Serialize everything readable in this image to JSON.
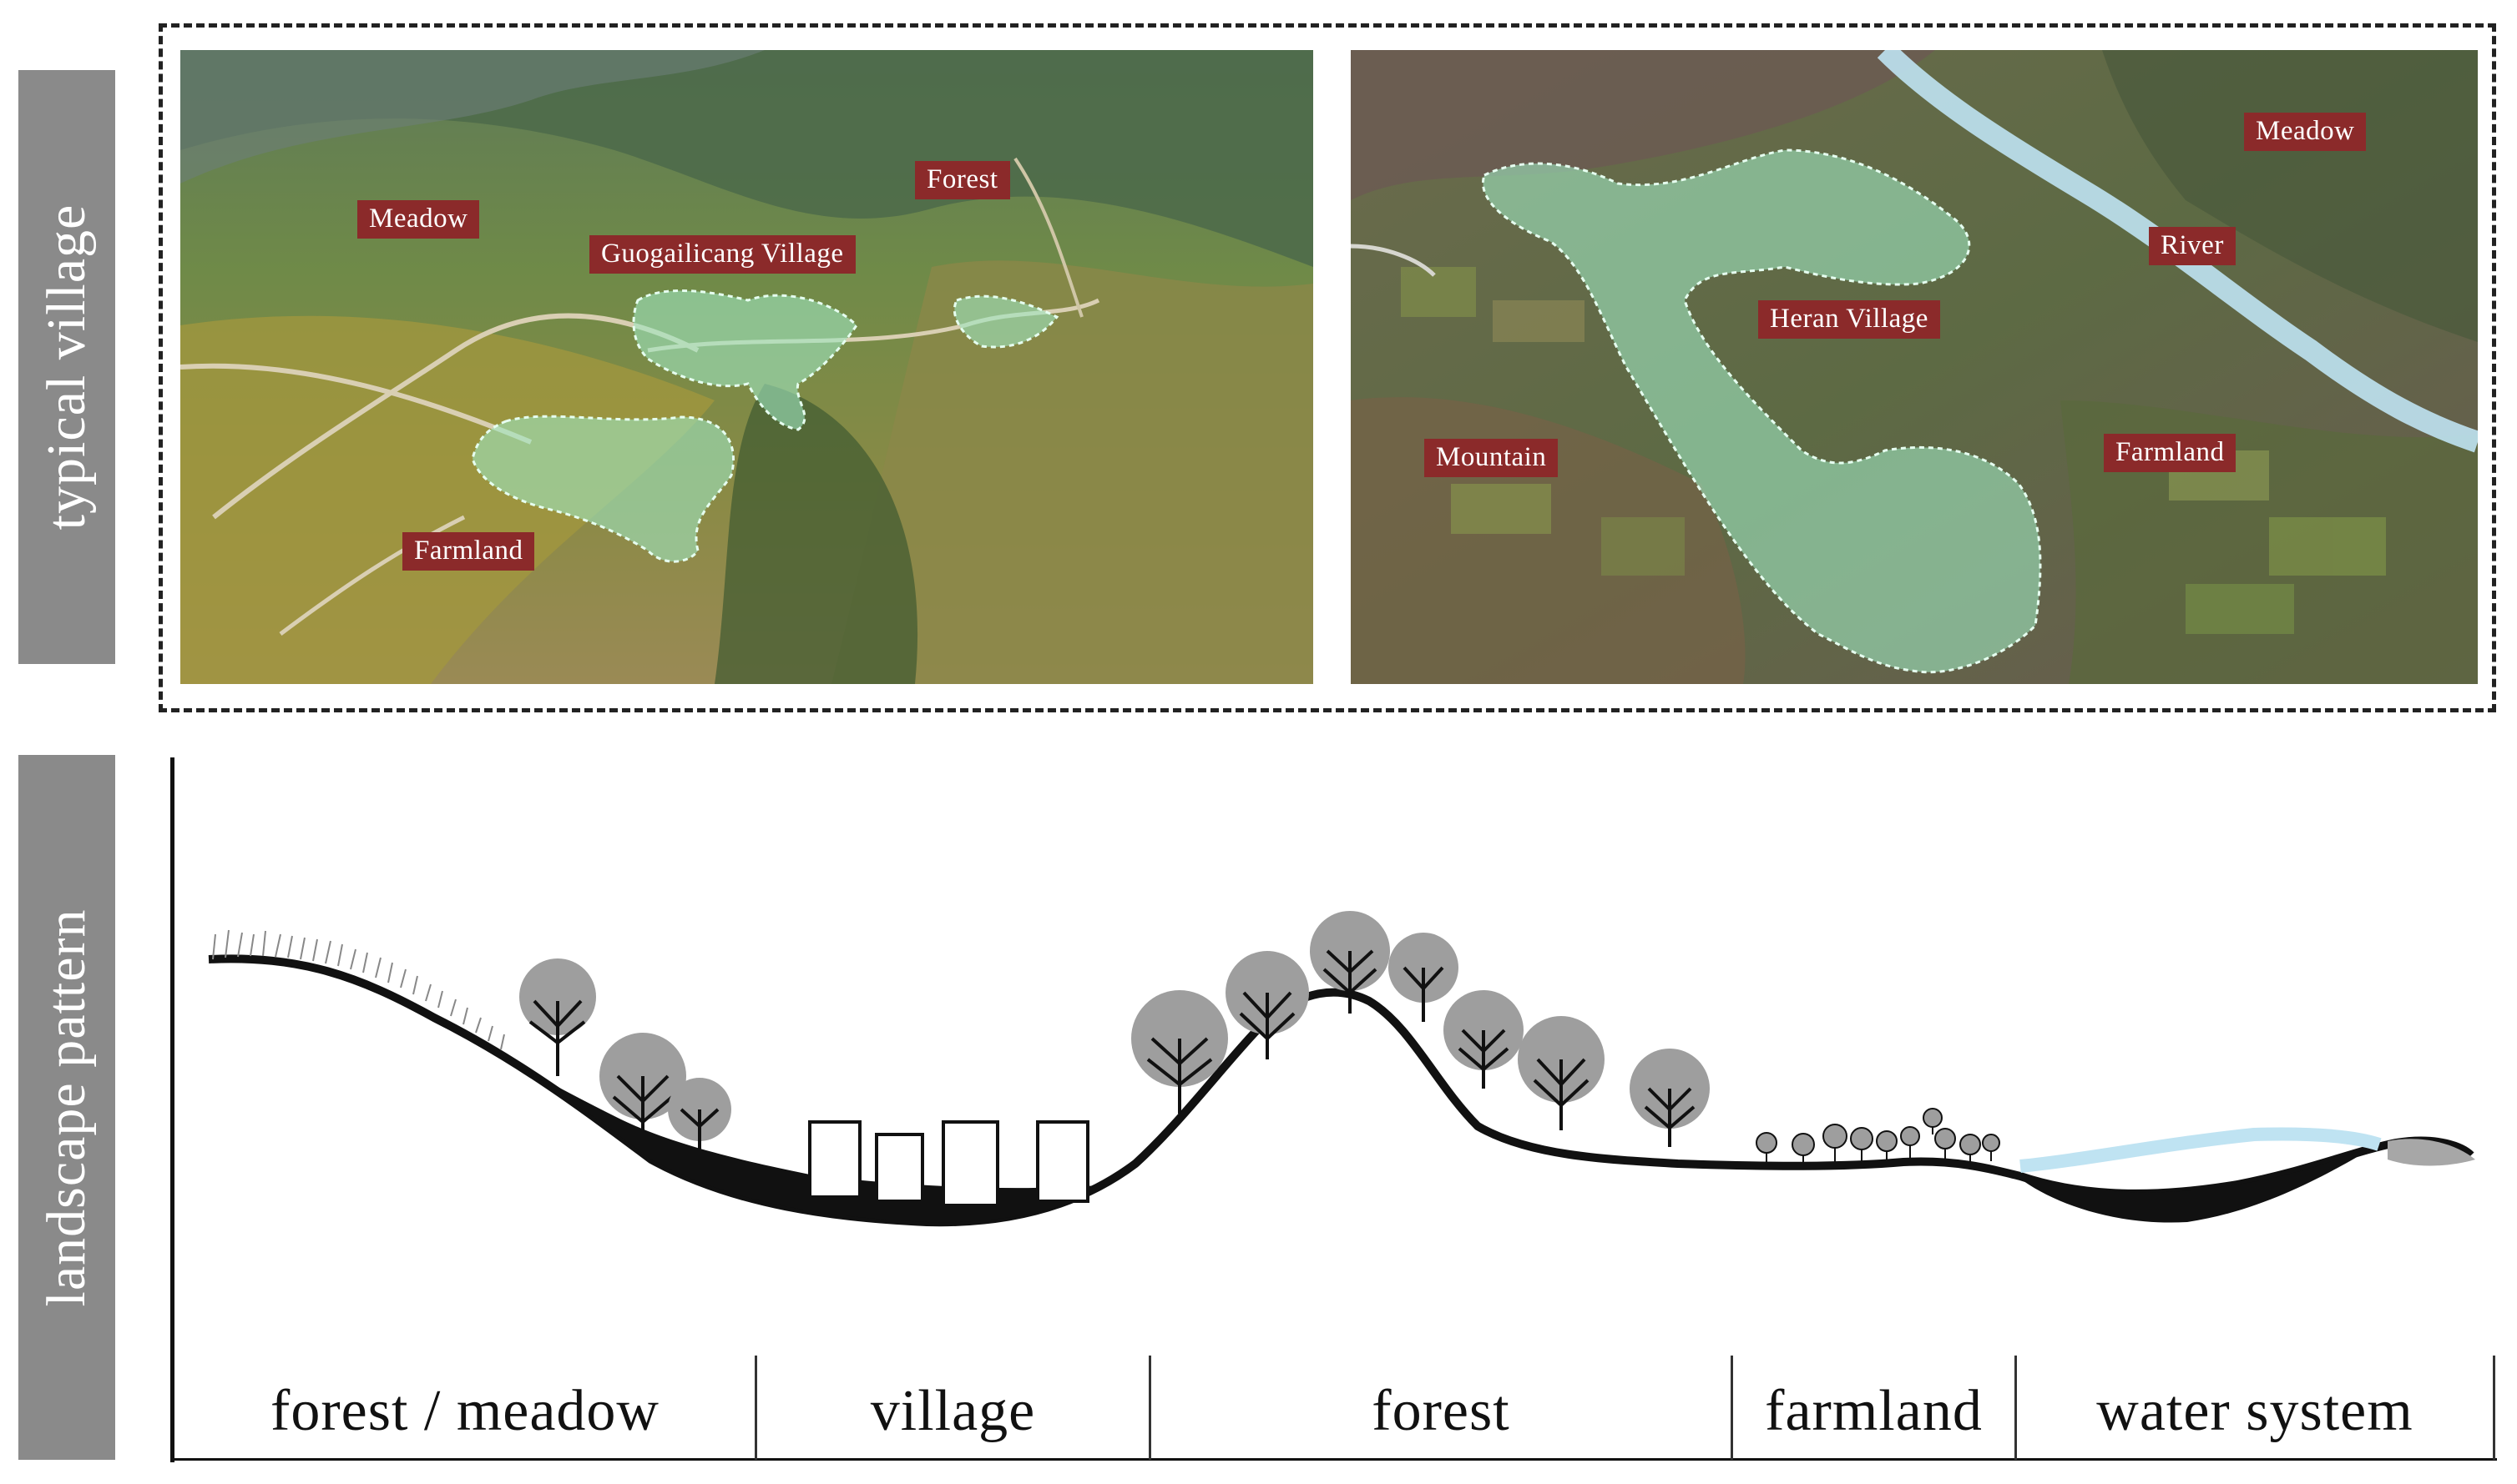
{
  "side_labels": {
    "top": "typical village",
    "bottom": "landscape pattern"
  },
  "photo_left": {
    "labels": {
      "meadow": "Meadow",
      "forest": "Forest",
      "village": "Guogailicang Village",
      "farmland": "Farmland"
    }
  },
  "photo_right": {
    "labels": {
      "meadow": "Meadow",
      "river": "River",
      "village": "Heran Village",
      "mountain": "Mountain",
      "farmland": "Farmland"
    }
  },
  "zones": {
    "forest_meadow": "forest / meadow",
    "village": "village",
    "forest": "forest",
    "farmland": "farmland",
    "water_system": "water system"
  },
  "colors": {
    "label_bg": "#8b2a2a",
    "tab_bg": "#8a8a8a",
    "village_overlay": "#9fe6bf",
    "water": "#bfe3f2"
  }
}
